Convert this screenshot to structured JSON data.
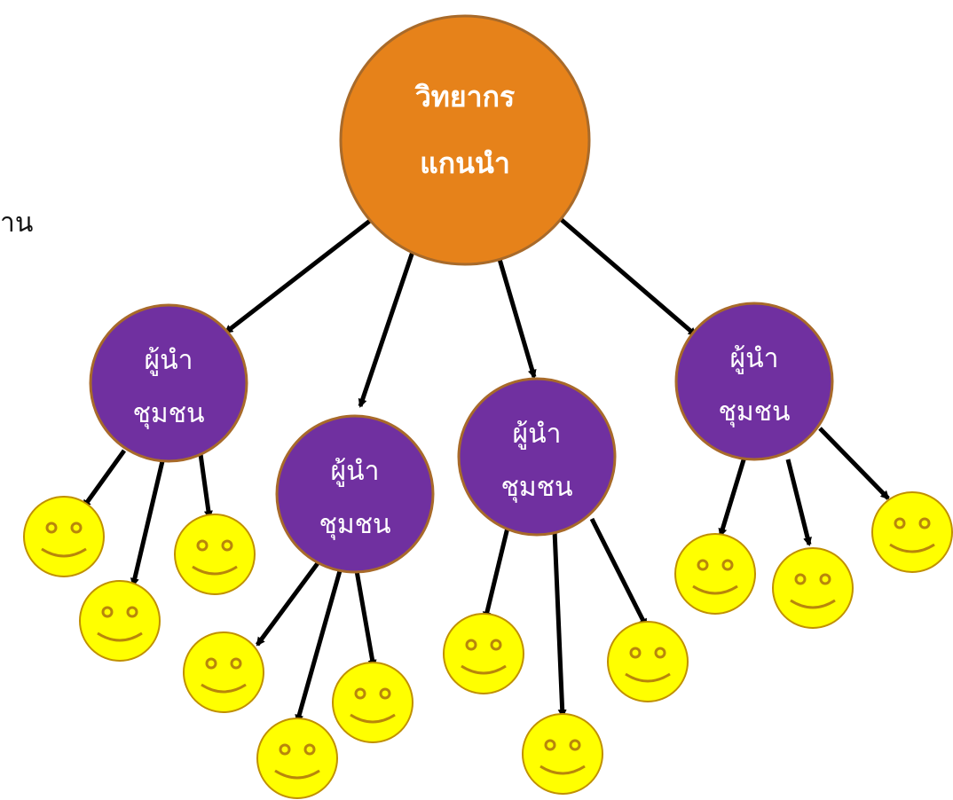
{
  "side_text": "าน",
  "colors": {
    "root_fill": "#e6821a",
    "root_stroke": "#a86a2a",
    "leader_fill": "#7030a0",
    "leader_stroke": "#a86a2a",
    "smiley_fill": "#ffff00",
    "smiley_stroke": "#c09000",
    "smiley_features": "#b8860b",
    "arrow": "#000000",
    "root_text": "#ffffff",
    "leader_text": "#ffffff"
  },
  "root": {
    "line1": "วิทยากร",
    "line2": "แกนนำ"
  },
  "leaders": [
    {
      "line1": "ผู้นำ",
      "line2": "ชุมชน",
      "members": 3
    },
    {
      "line1": "ผู้นำ",
      "line2": "ชุมชน",
      "members": 3
    },
    {
      "line1": "ผู้นำ",
      "line2": "ชุมชน",
      "members": 3
    },
    {
      "line1": "ผู้นำ",
      "line2": "ชุมชน",
      "members": 3
    }
  ]
}
